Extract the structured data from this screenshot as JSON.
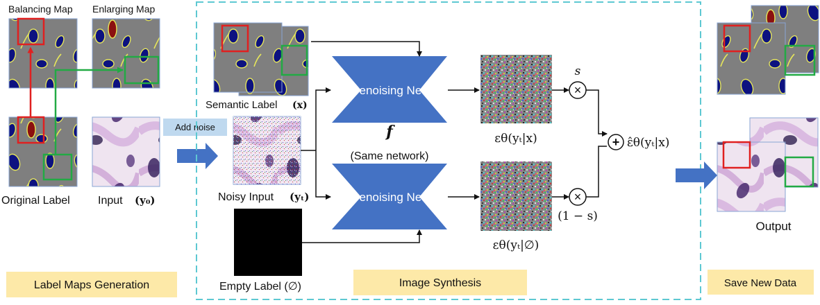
{
  "labels": {
    "balancing_map": "Balancing Map",
    "enlarging_map": "Enlarging Map",
    "original_label": "Original Label",
    "input": "Input",
    "input_sym": "(y₀)",
    "add_noise": "Add noise",
    "semantic_label": "Semantic Label",
    "semantic_sym": "(x)",
    "noisy_input": "Noisy Input",
    "noisy_sym": "(yₜ)",
    "empty_label": "Empty Label (∅)",
    "denoising_net_top": "Denoising Net.",
    "denoising_net_bottom": "Denoising Net.",
    "f_symbol": "f",
    "same_network": "(Same network)",
    "eps_cond": "εθ(yₜ|x)",
    "eps_uncond": "εθ(yₜ|∅)",
    "scale_s": "s",
    "scale_one_minus_s": "(1 − s)",
    "times": "×",
    "plus": "+",
    "eps_hat": "ε̂θ(yₜ|x)",
    "output": "Output"
  },
  "sections": {
    "label_maps_generation": "Label Maps Generation",
    "image_synthesis": "Image Synthesis",
    "save_new_data": "Save New Data"
  },
  "colors": {
    "network_blue": "#4472c4",
    "dashed_box": "#5ec8d2",
    "section_label_bg": "#fde9a8",
    "add_noise_bg": "#bfd9ef",
    "highlight_red": "#e02020",
    "highlight_green": "#22aa44",
    "map_gray": "#7f7f7f",
    "nucleus_navy": "#0d1280"
  }
}
